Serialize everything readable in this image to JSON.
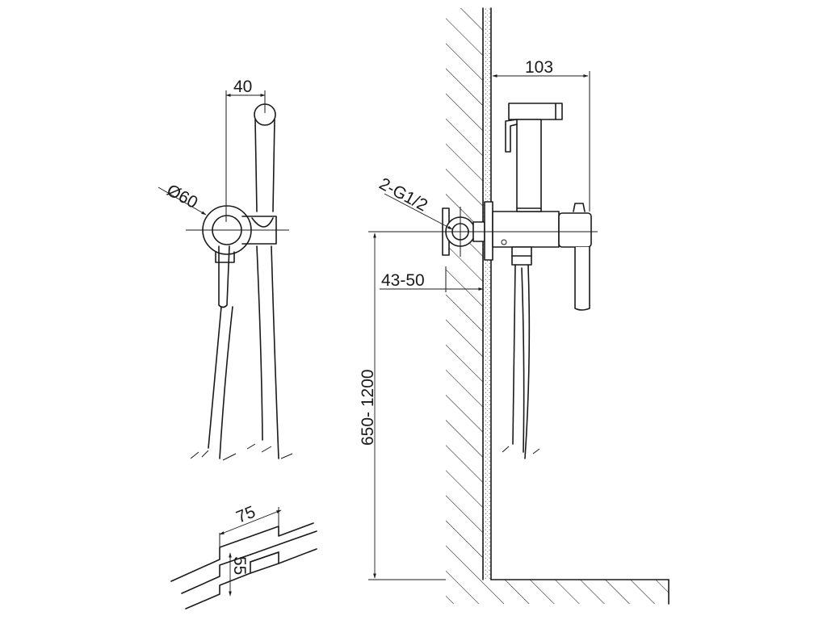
{
  "dimensions": {
    "front_width": "40",
    "diameter": "Ø60",
    "box_width": "75",
    "box_depth": "55",
    "projection": "103",
    "connection": "2-G1/2",
    "wall_recess": "43-50",
    "mount_height": "650- 1200"
  }
}
